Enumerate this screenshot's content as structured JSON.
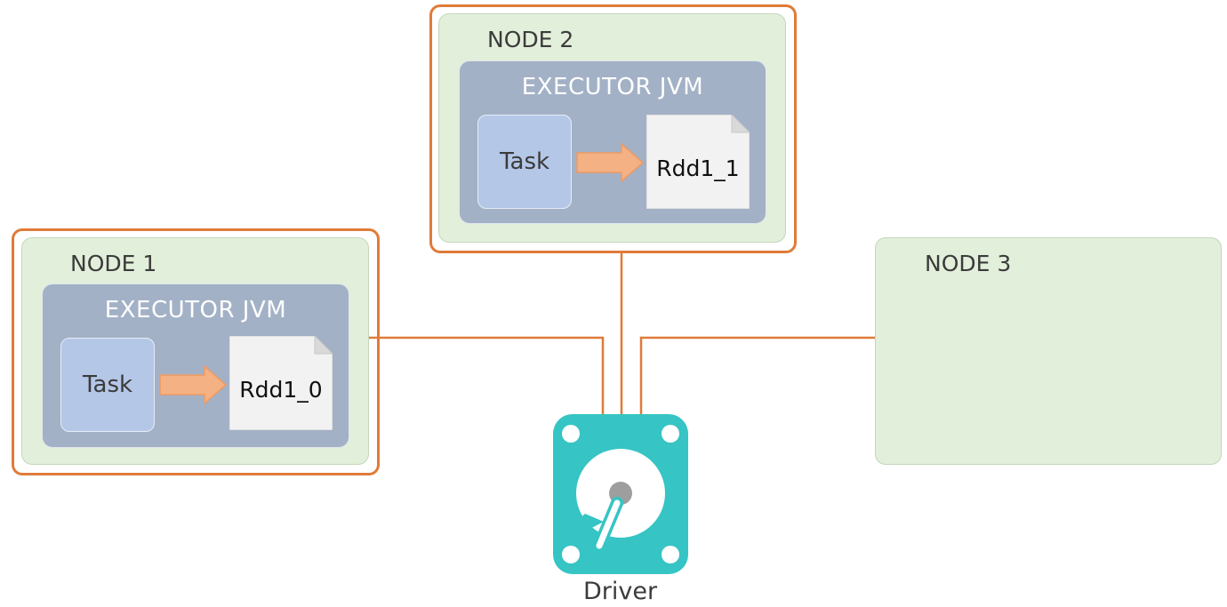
{
  "nodes": [
    {
      "id": "node1",
      "title": "NODE 1",
      "executor": {
        "title": "EXECUTOR JVM",
        "task": "Task",
        "output": "Rdd1_0"
      }
    },
    {
      "id": "node2",
      "title": "NODE 2",
      "executor": {
        "title": "EXECUTOR JVM",
        "task": "Task",
        "output": "Rdd1_1"
      }
    },
    {
      "id": "node3",
      "title": "NODE 3"
    }
  ],
  "driver": {
    "label": "Driver",
    "icon": "hard-drive-icon"
  },
  "colors": {
    "highlight": "#e07b39",
    "connector": "#e07b39",
    "node_fill": "#e2efda",
    "executor_fill": "#a3b1c6",
    "task_fill": "#b4c7e7",
    "doc_fill": "#f2f2f2",
    "arrow_fill": "#f4b183",
    "driver_fill": "#36c4c4"
  }
}
